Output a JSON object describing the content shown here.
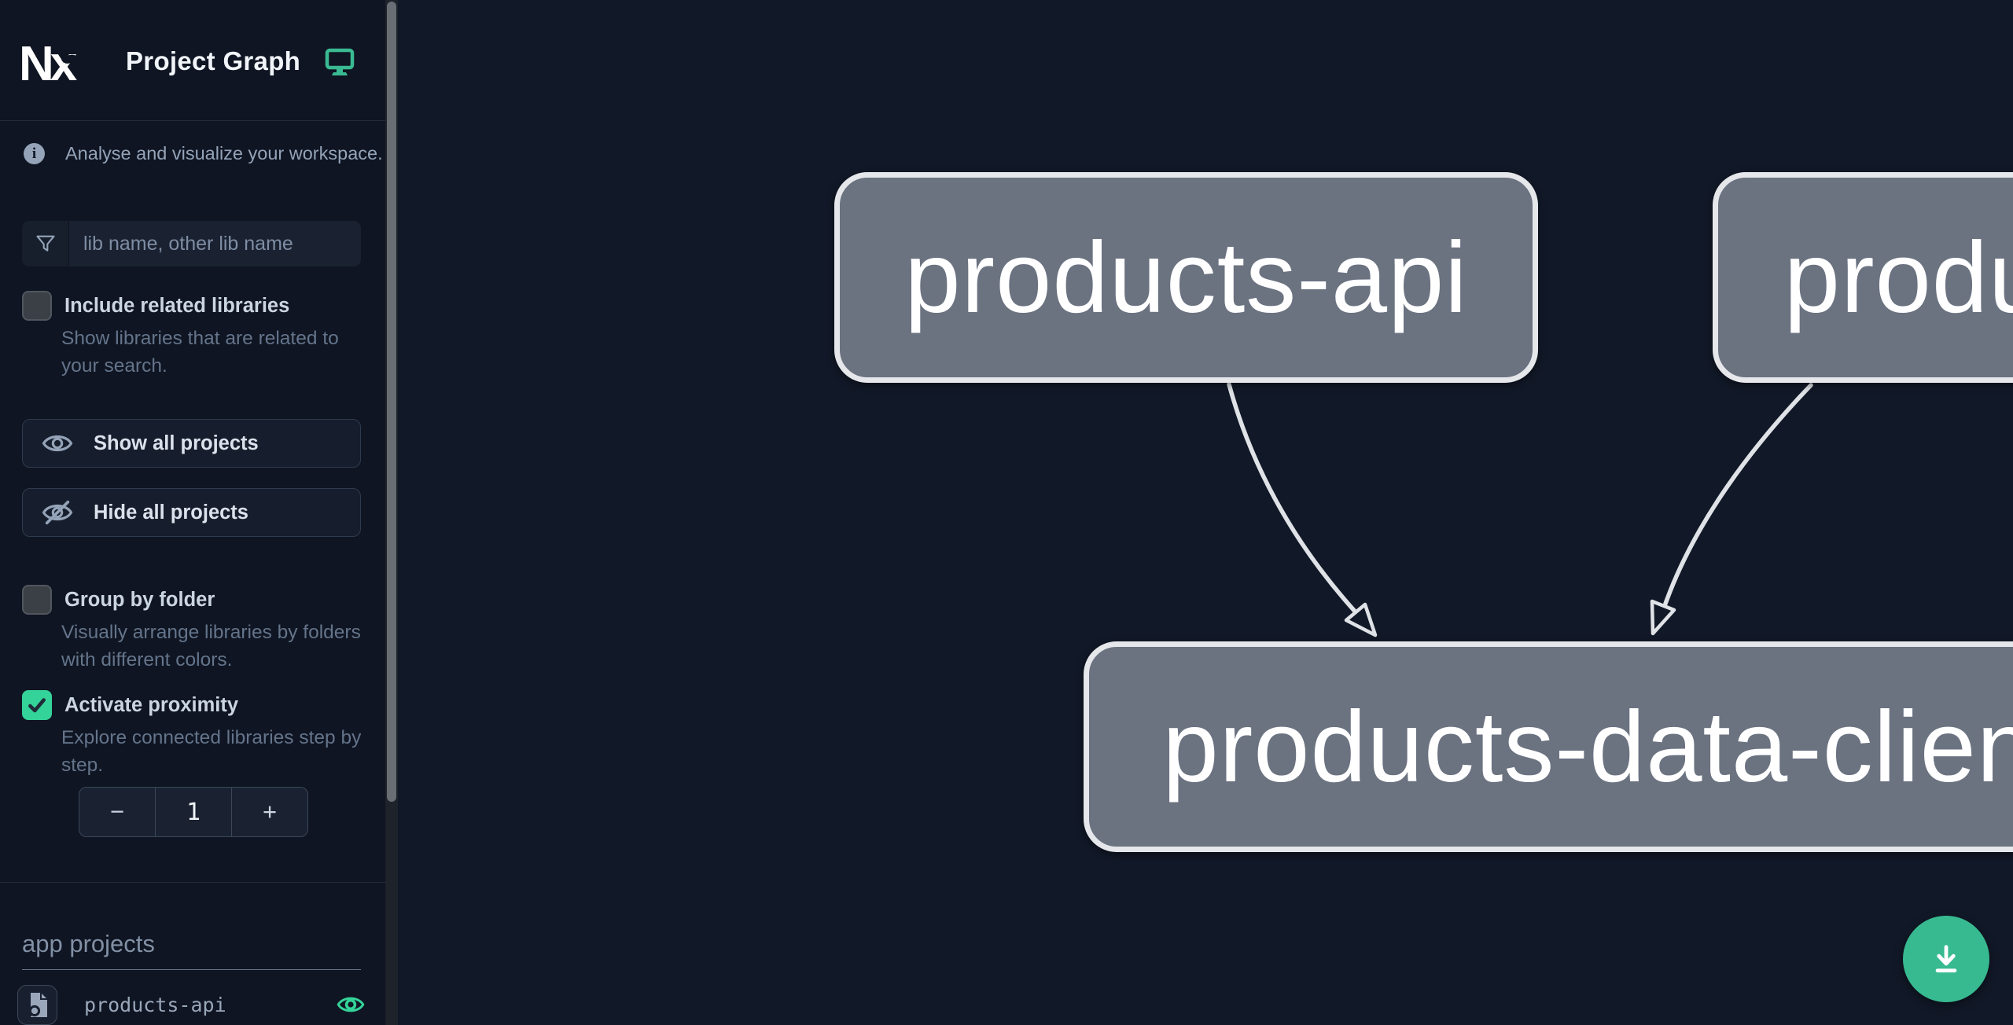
{
  "app": {
    "logo_text": "Nx",
    "title": "Project Graph"
  },
  "sidebar": {
    "info_text": "Analyse and visualize your workspace.",
    "filter_placeholder": "lib name, other lib name",
    "options": {
      "include_related": {
        "label": "Include related libraries",
        "description": "Show libraries that are related to your search.",
        "checked": false
      },
      "group_by_folder": {
        "label": "Group by folder",
        "description": "Visually arrange libraries by folders with different colors.",
        "checked": false
      },
      "activate_proximity": {
        "label": "Activate proximity",
        "description": "Explore connected libraries step by step.",
        "checked": true
      }
    },
    "buttons": {
      "show_all": "Show all projects",
      "hide_all": "Hide all projects"
    },
    "proximity_stepper": {
      "decrement_label": "−",
      "value": "1",
      "increment_label": "+"
    },
    "sections": [
      {
        "title": "app projects",
        "projects": [
          {
            "name": "products-api"
          }
        ]
      }
    ]
  },
  "graph": {
    "nodes": [
      {
        "id": "products-api",
        "label": "products-api"
      },
      {
        "id": "products-cli",
        "label": "products-cli"
      },
      {
        "id": "products-data-client",
        "label": "products-data-client"
      }
    ],
    "edges": [
      {
        "source": "products-api",
        "target": "products-data-client"
      },
      {
        "source": "products-cli",
        "target": "products-data-client"
      }
    ]
  },
  "colors": {
    "accent_green": "#34d399",
    "fab_green": "#38ba90",
    "node_fill": "#6b7280",
    "node_border": "#e5e7eb",
    "edge_stroke": "#dfe2e6",
    "canvas_bg": "#111827",
    "sidebar_bg": "#0f1522"
  }
}
